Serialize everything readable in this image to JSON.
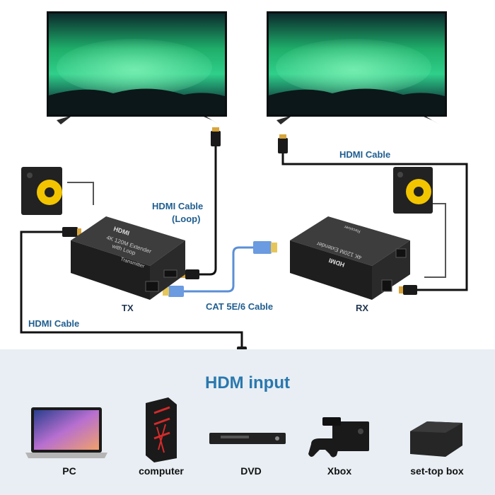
{
  "labels": {
    "hdmi_cable_right": "HDMI Cable",
    "hdmi_cable_loop_1": "HDMI Cable",
    "hdmi_cable_loop_2": "(Loop)",
    "tx": "TX",
    "rx": "RX",
    "cat_cable": "CAT 5E/6 Cable",
    "hdmi_cable_left": "HDMI Cable"
  },
  "devices": {
    "tx_logo": "HDMI",
    "tx_line1": "4K 120M Extender",
    "tx_line2": "with Loop",
    "tx_line3": "Transmitter",
    "rx_logo": "HDMI",
    "rx_line1": "4K 120M Extender",
    "rx_line2": "Receiver"
  },
  "input_section": {
    "title": "HDM input",
    "devices": [
      "PC",
      "computer",
      "DVD",
      "Xbox",
      "set-top box"
    ]
  },
  "colors": {
    "hdmi_cable": "#111111",
    "cat_cable": "#5b8fd6",
    "label_blue": "#1f5e8f",
    "title_blue": "#2a78ae",
    "panel_bg": "#e8eef3"
  }
}
